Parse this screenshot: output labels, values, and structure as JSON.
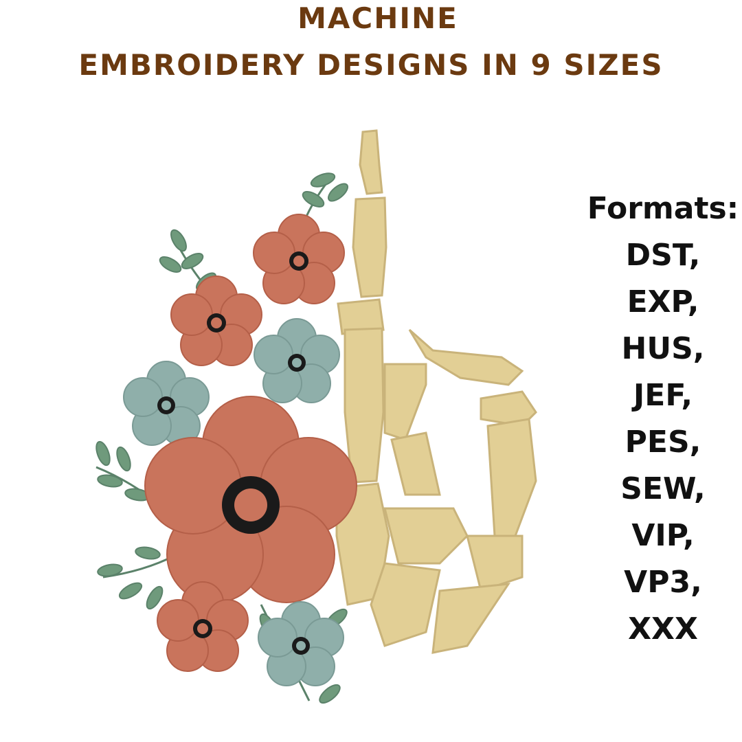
{
  "header": {
    "line1": "MACHINE",
    "line2": "EMBROIDERY DESIGNS IN 9 SIZES"
  },
  "formats": {
    "heading": "Formats:",
    "items": [
      "DST,",
      "EXP,",
      "HUS,",
      "JEF,",
      "PES,",
      "SEW,",
      "VIP,",
      "VP3,",
      "XXX"
    ]
  },
  "colors": {
    "title": "#6b3a10",
    "bone": "#e2cf95",
    "bone_outline": "#c9b37a",
    "coral": "#c9745c",
    "blue": "#8fafaa",
    "leaf": "#6f9a7c",
    "flower_center": "#1a1a1a"
  },
  "artwork": {
    "icon": "skeleton-hand-floral-embroidery-icon"
  }
}
